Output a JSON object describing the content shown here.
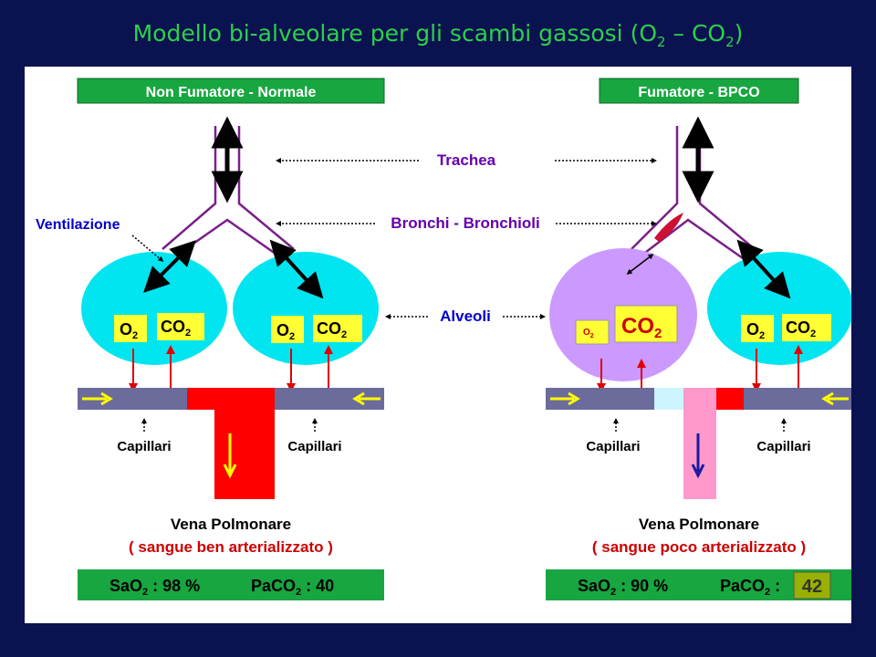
{
  "title": {
    "main": "Modello bi-alveolare per gli scambi gassosi (O",
    "sub1": "2",
    "mid": " – CO",
    "sub2": "2",
    "end": ")"
  },
  "left_header": "Non Fumatore - Normale",
  "right_header": "Fumatore - BPCO",
  "labels": {
    "trachea": "Trachea",
    "ventilazione": "Ventilazione",
    "bronchi": "Bronchi - Bronchioli",
    "alveoli": "Alveoli",
    "capillari": "Capillari",
    "vena": "Vena Polmonare"
  },
  "gases": {
    "o2": "O",
    "co2": "CO",
    "sub": "2"
  },
  "left_blood": "( sangue ben arterializzato )",
  "right_blood": "( sangue poco arterializzato )",
  "left_stats": {
    "sao2_label": "SaO",
    "sub": "2",
    "sao2_value": " : 98 %",
    "paco2_label": "PaCO",
    "paco2_value": " : 40"
  },
  "right_stats": {
    "sao2_label": "SaO",
    "sub": "2",
    "sao2_value": " : 90 %",
    "paco2_label": "PaCO",
    "paco2_value": " : ",
    "paco2_badge": "42"
  },
  "colors": {
    "alveolus": "#00e5f0",
    "alveolus_affected": "#cc99ff",
    "header_bg": "#17a640",
    "capillary": "#6b6b9c",
    "arterial": "#ff0000",
    "venous_mix": "#ff99cc",
    "airway": "#7a1f8a",
    "label_blue": "#0000cc",
    "label_purple": "#6600aa",
    "label_red": "#cc0000",
    "gas_box": "#ffff33"
  }
}
